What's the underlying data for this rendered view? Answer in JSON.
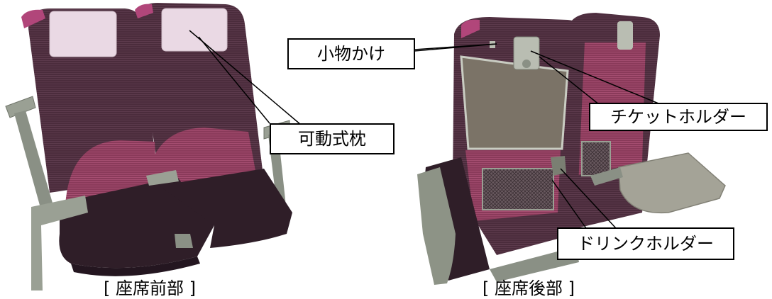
{
  "front_view": {
    "caption": "[ 座席前部 ]",
    "callouts": {
      "headrest": "可動式枕"
    }
  },
  "rear_view": {
    "caption": "[ 座席後部 ]",
    "callouts": {
      "small_hook": "小物かけ",
      "ticket_holder": "チケットホルダー",
      "drink_holder": "ドリンクホルダー"
    }
  },
  "colors": {
    "seat_plum": "#4a2b3a",
    "seat_dark": "#2f1e28",
    "seat_magenta_accent": "#9a3d63",
    "headrest_cover": "#ead9e4",
    "armrest_gray": "#9aa094",
    "table_gray": "#a4a397",
    "callout_border": "#000000"
  }
}
